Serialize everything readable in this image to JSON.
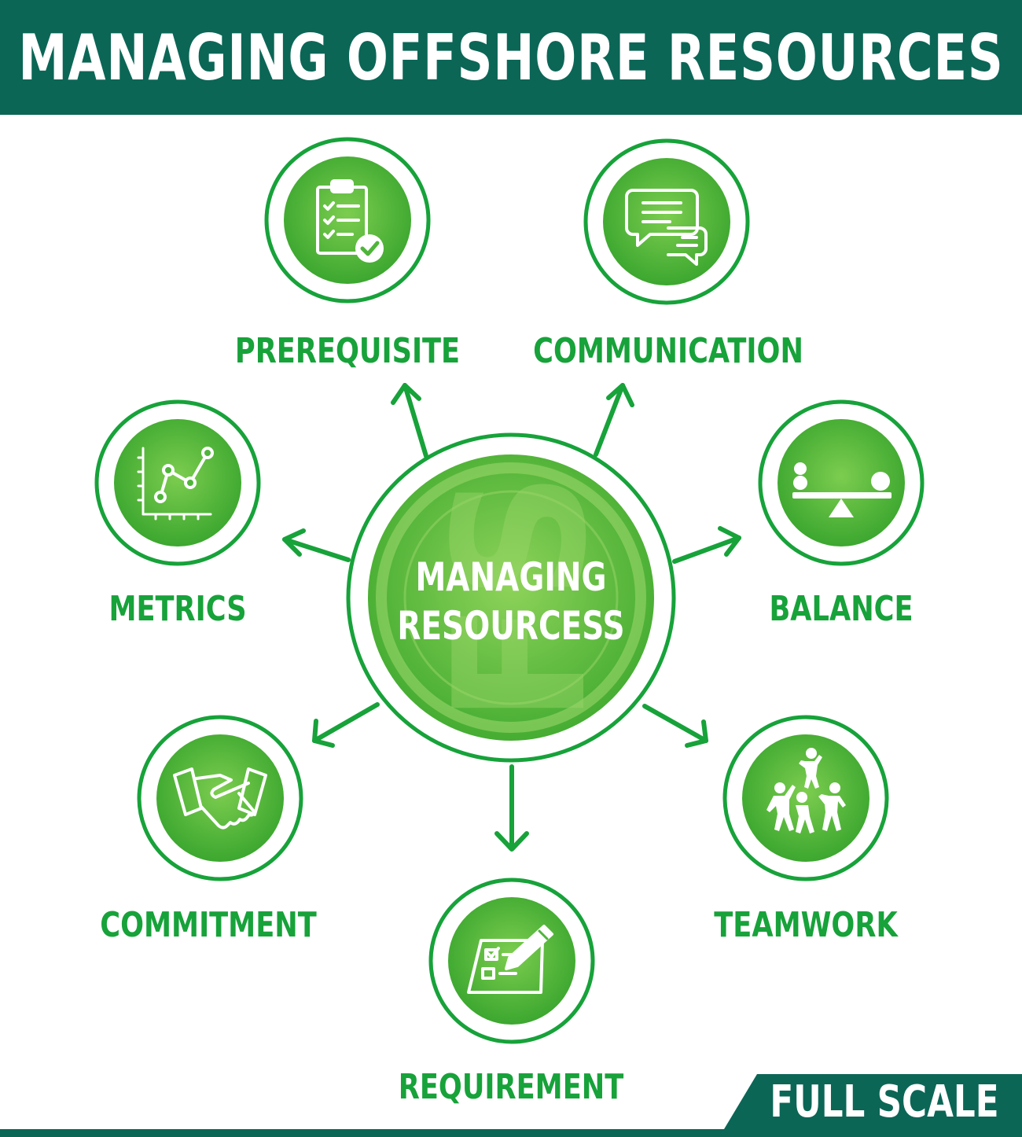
{
  "header": {
    "title": "MANAGING OFFSHORE RESOURCES"
  },
  "center": {
    "line1": "MANAGING",
    "line2": "RESOURCESS",
    "watermark": "FS"
  },
  "nodes": [
    {
      "label": "PREREQUISITE",
      "icon": "clipboard-check-icon"
    },
    {
      "label": "COMMUNICATION",
      "icon": "chat-bubbles-icon"
    },
    {
      "label": "METRICS",
      "icon": "line-chart-icon"
    },
    {
      "label": "BALANCE",
      "icon": "balance-scale-icon"
    },
    {
      "label": "COMMITMENT",
      "icon": "handshake-icon"
    },
    {
      "label": "TEAMWORK",
      "icon": "teamwork-icon"
    },
    {
      "label": "REQUIREMENT",
      "icon": "checklist-pencil-icon"
    }
  ],
  "brand": {
    "name": "FULL SCALE"
  },
  "colors": {
    "header_bg": "#0b6656",
    "accent_green": "#17a23a",
    "circle_fill": "#4fb53a",
    "circle_fill_light": "#7ccd4f"
  }
}
